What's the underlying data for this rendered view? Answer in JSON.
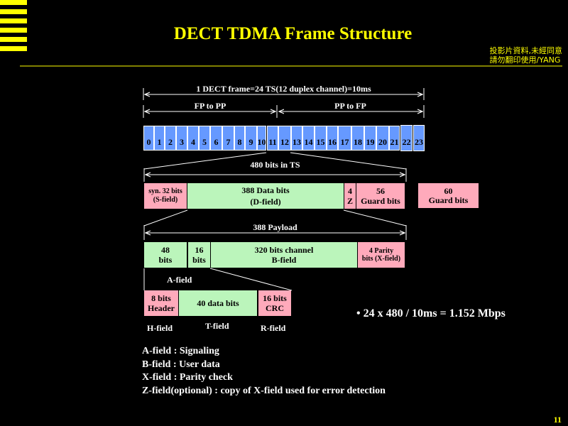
{
  "title": "DECT TDMA Frame Structure",
  "note": [
    "投影片資料,未經同意",
    "請勿翻印使用/YANG"
  ],
  "frame_label": "1 DECT frame=24 TS(12 duplex channel)=10ms",
  "fp_to_pp": "FP to PP",
  "pp_to_fp": "PP to FP",
  "timeslots": [
    "0",
    "1",
    "2",
    "3",
    "4",
    "5",
    "6",
    "7",
    "8",
    "9",
    "10",
    "11",
    "12",
    "13",
    "14",
    "15",
    "16",
    "17",
    "18",
    "19",
    "20",
    "21",
    "22",
    "23"
  ],
  "ts_bits_label": "480 bits in TS",
  "ts_fields": {
    "sync": [
      "syn. 32 bits",
      "(S-field)"
    ],
    "data": [
      "388 Data bits",
      "(D-field)"
    ],
    "z": [
      "4",
      "Z"
    ],
    "guard": [
      "56",
      "Guard bits"
    ],
    "guard60": [
      "60",
      "Guard bits"
    ]
  },
  "payload_label": "388 Payload",
  "payload_fields": {
    "a48": [
      "48",
      "bits"
    ],
    "a16": [
      "16",
      "bits"
    ],
    "b": [
      "320 bits channel",
      "B-field"
    ],
    "x": [
      "4 Parity",
      "bits (X-field)"
    ]
  },
  "a_field_label": "A-field",
  "a_fields": {
    "h": [
      "8 bits",
      "Header"
    ],
    "t": "40 data bits",
    "r": [
      "16 bits",
      "CRC"
    ]
  },
  "a_field_names": {
    "h": "H-field",
    "t": "T-field",
    "r": "R-field"
  },
  "rate": "• 24 x 480 / 10ms = 1.152 Mbps",
  "legend": [
    "A-field : Signaling",
    "B-field : User data",
    "X-field : Parity check",
    "Z-field(optional) : copy of X-field used for error detection"
  ],
  "page_number": "11",
  "colors": {
    "title": "#ffff00",
    "timeslot": "#6699ff",
    "pink": "#ffaabb",
    "green": "#bbf5bb"
  }
}
